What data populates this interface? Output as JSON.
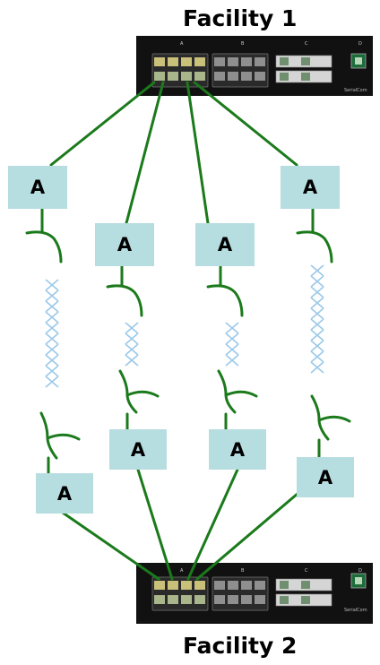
{
  "facility_top": {
    "label": "Facility 1"
  },
  "facility_bottom": {
    "label": "Facility 2"
  },
  "device": {
    "group_labels": [
      "A",
      "B",
      "C",
      "D"
    ],
    "brand": "SerialCom"
  },
  "amplifier_label": "A",
  "colors": {
    "link": "#1b7a1b",
    "amplifier_fill": "#b6dde0",
    "fiber_helix": "#9cc9e8",
    "device_body": "#111111"
  },
  "icons": [
    "patch-panel-device",
    "fiber-helix-icon",
    "fiber-splice-icon"
  ]
}
